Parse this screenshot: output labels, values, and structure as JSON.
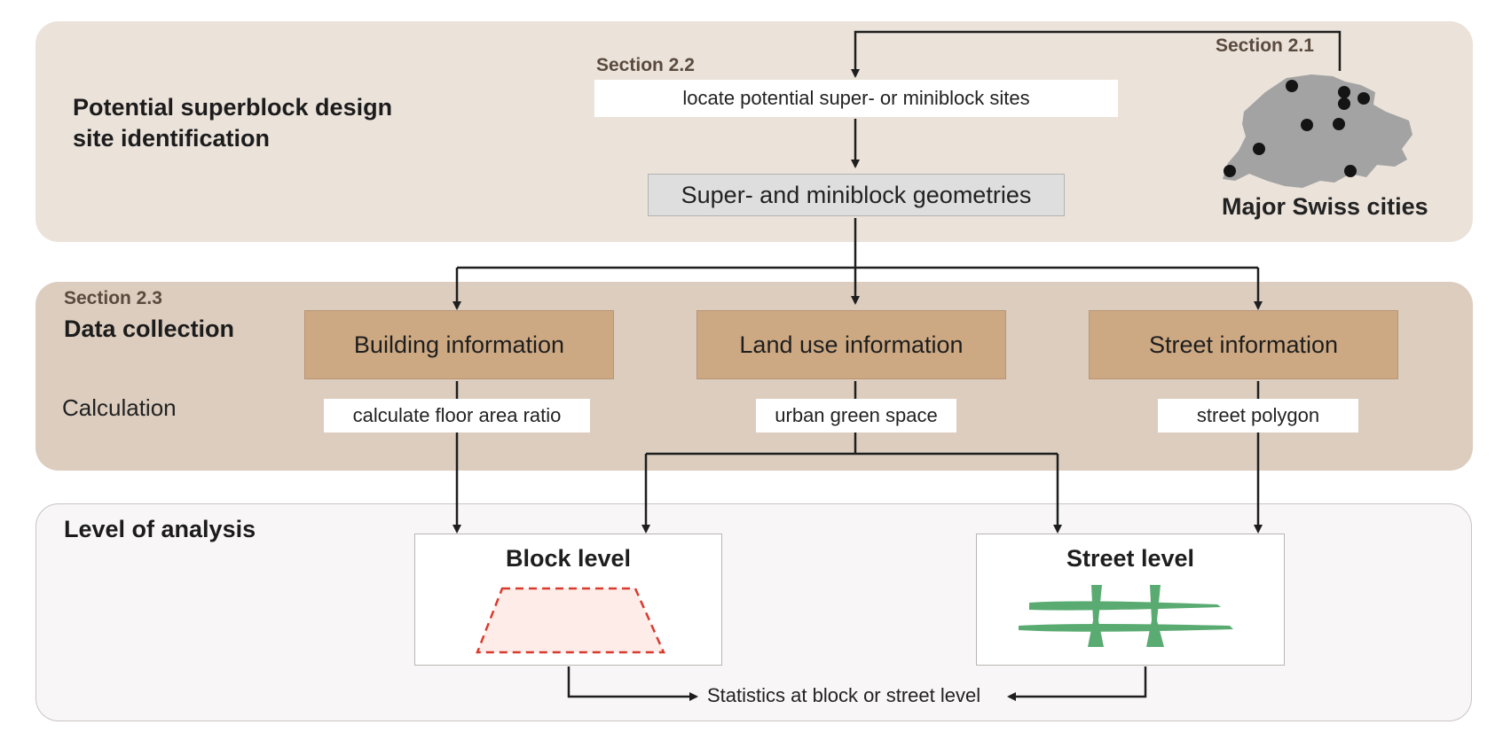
{
  "top": {
    "title": "Potential superblock design\nsite identification",
    "section_22": "Section 2.2",
    "section_21": "Section 2.1",
    "locate_label": "locate potential super- or miniblock sites",
    "geometries_label": "Super- and miniblock geometries",
    "map_caption": "Major Swiss cities"
  },
  "middle": {
    "section_23": "Section 2.3",
    "title": "Data collection",
    "calculation_label": "Calculation",
    "building_info": "Building information",
    "landuse_info": "Land use information",
    "street_info": "Street information",
    "floor_area": "calculate floor area ratio",
    "green_space": "urban green space",
    "street_polygon": "street polygon"
  },
  "bottom": {
    "title": "Level of analysis",
    "block_level": "Block level",
    "street_level": "Street level",
    "statistics": "Statistics at block or street level"
  },
  "colors": {
    "top_panel": "#ebe2da",
    "mid_panel": "#dccdbf",
    "info_box": "#cda983",
    "block_outline": "#d93a2f",
    "street_fill": "#5aab72",
    "map_fill": "#a3a3a3"
  }
}
